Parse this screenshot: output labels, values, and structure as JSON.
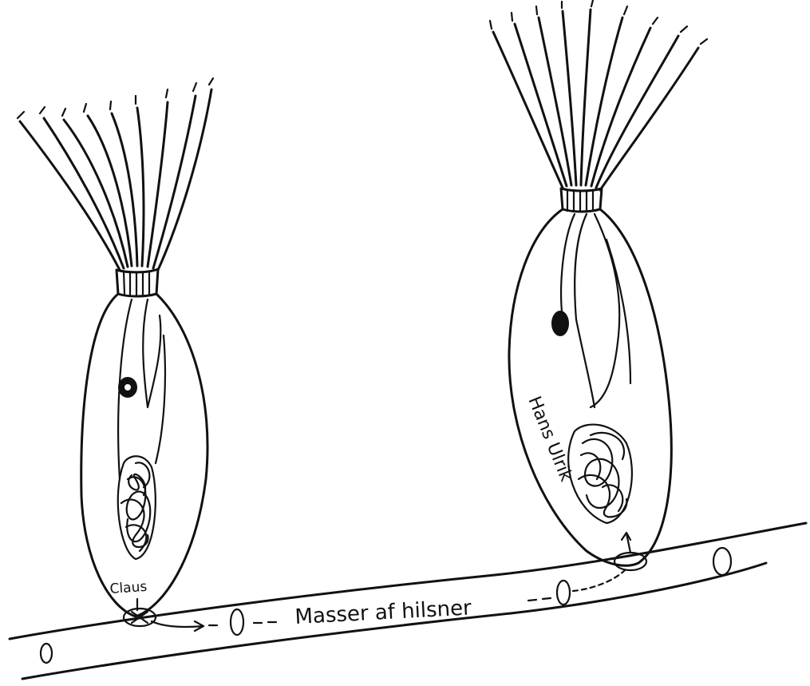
{
  "labels": {
    "left_name": "Claus",
    "right_name": "Hans Ulrik",
    "greeting": "Masser af hilsner"
  },
  "colors": {
    "ink": "#111111",
    "paper": "#ffffff"
  }
}
